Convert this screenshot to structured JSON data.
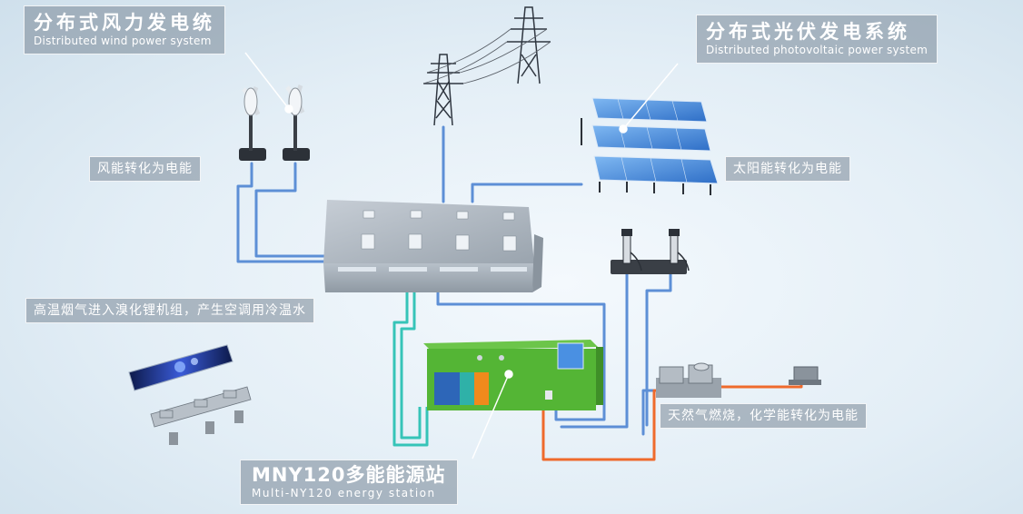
{
  "labels": {
    "wind_title_zh": "分布式风力发电统",
    "wind_title_en": "Distributed wind power system",
    "pv_title_zh": "分布式光伏发电系统",
    "pv_title_en": "Distributed photovoltaic power  system",
    "wind_convert": "风能转化为电能",
    "solar_convert": "太阳能转化为电能",
    "flue_gas": "高温烟气进入溴化锂机组，产生空调用冷温水",
    "gas_convert": "天然气燃烧，化学能转化为电能",
    "station_zh": "MNY120多能能源站",
    "station_en": "Multi-NY120 energy station"
  },
  "colors": {
    "power_line": "#5d8fd6",
    "cooling_line": "#36c4b8",
    "gas_line": "#ef6a2c",
    "station_green": "#54b535",
    "station_teal": "#2fb1a8",
    "station_orange": "#f08a1c",
    "solar_panel": "#4a90e2"
  },
  "icons": [
    "wind-turbine-icon",
    "transmission-tower-icon",
    "solar-panel-icon",
    "building-icon",
    "ev-charger-icon",
    "energy-station-icon",
    "gas-generator-icon",
    "control-room-icon"
  ]
}
